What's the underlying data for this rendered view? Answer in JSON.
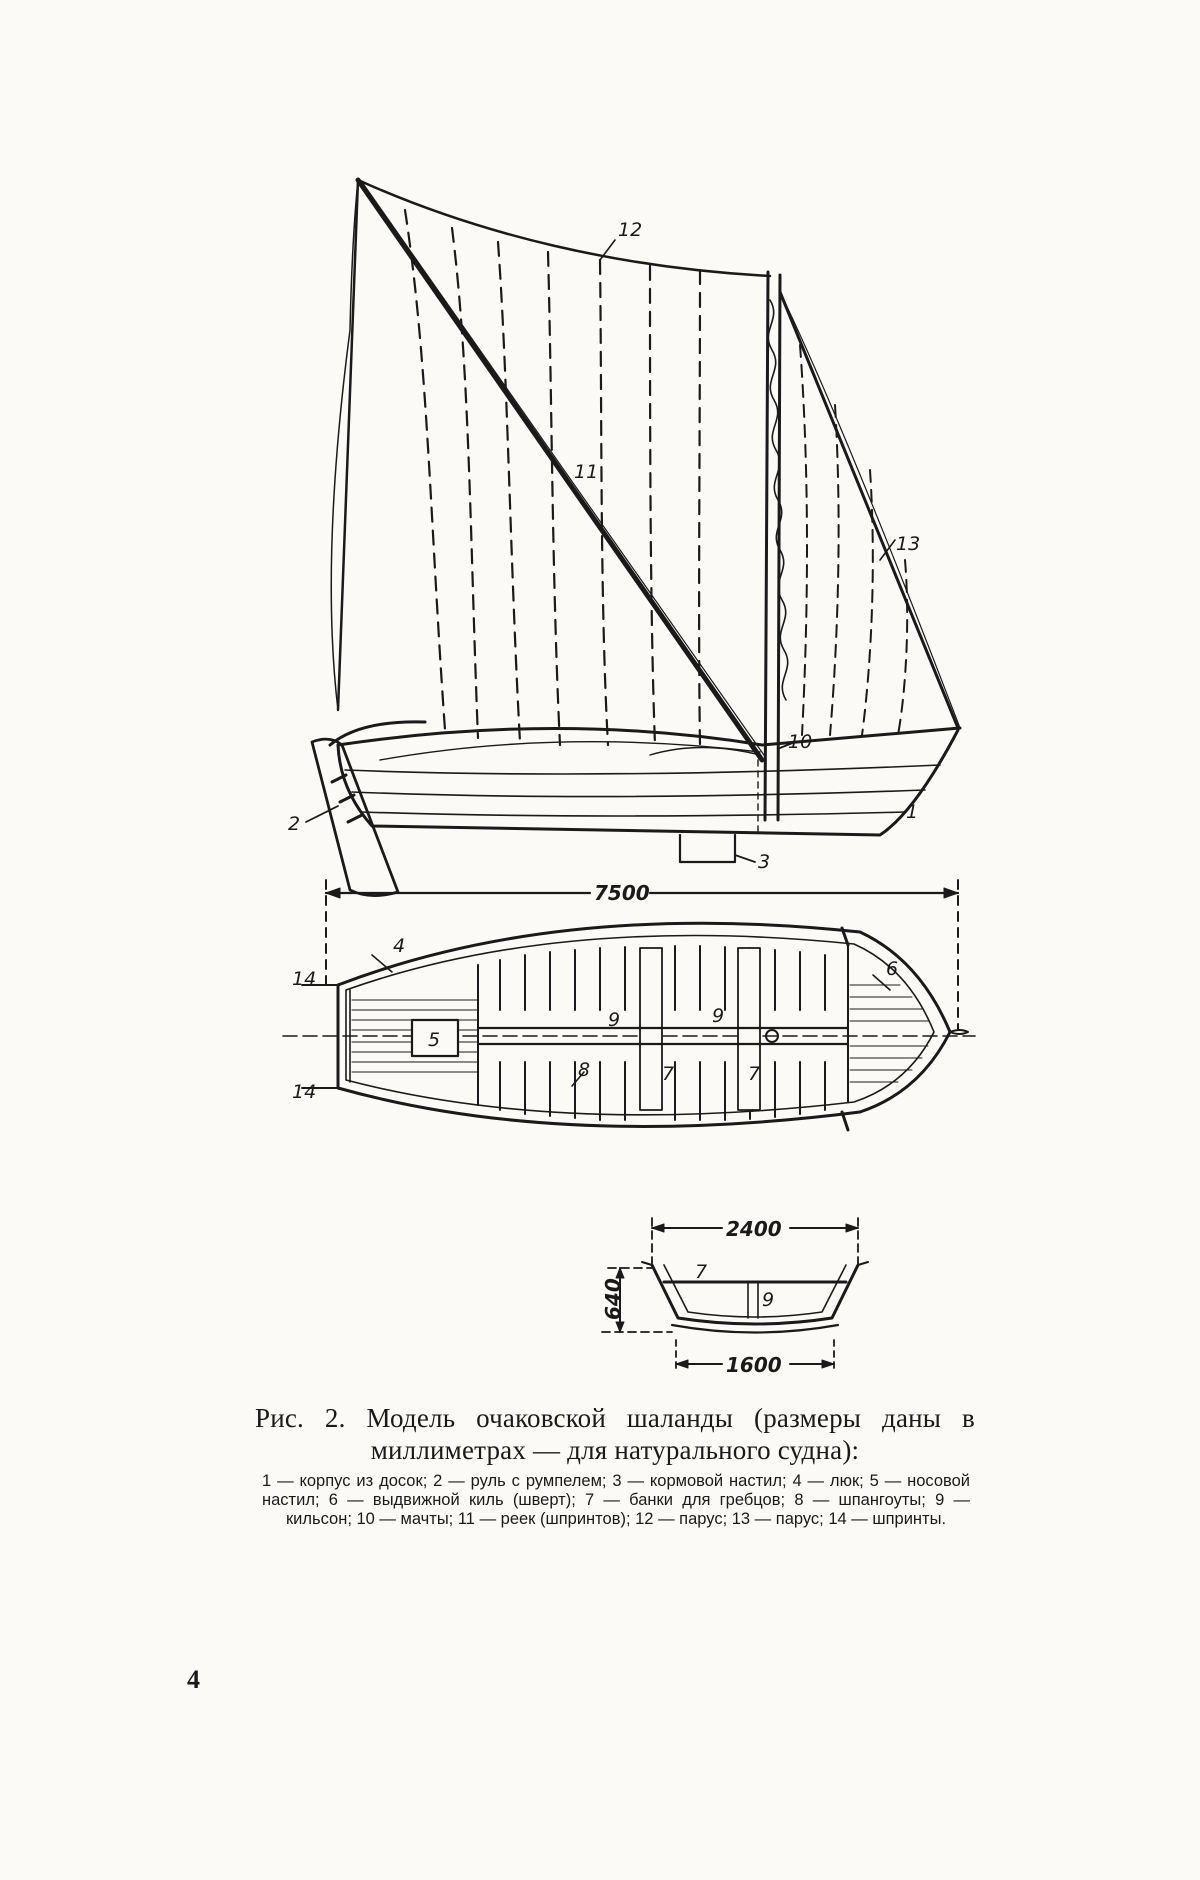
{
  "figure": {
    "labels": {
      "n1": "1",
      "n2": "2",
      "n3": "3",
      "n4": "4",
      "n5": "5",
      "n6": "6",
      "n7": "7",
      "n8": "8",
      "n9": "9",
      "n10": "10",
      "n11": "11",
      "n12": "12",
      "n13": "13",
      "n14": "14"
    },
    "dimensions": {
      "length": "7500",
      "beam": "2400",
      "depth": "640",
      "bottom": "1600"
    }
  },
  "caption": {
    "title": "Рис. 2. Модель очаковской шаланды (размеры даны в миллиметрах — для натурального судна):",
    "legend": "1 — корпус из досок; 2 — руль с румпелем; 3 — кормовой настил; 4 — люк; 5 — носовой настил; 6 — выдвижной киль (шверт); 7 — банки для гребцов; 8 — шпангоуты; 9 — кильсон; 10 — мачты; 11 — реек (шпринтов); 12 — парус; 13 — парус; 14 — шпринты."
  },
  "page_number": "4"
}
